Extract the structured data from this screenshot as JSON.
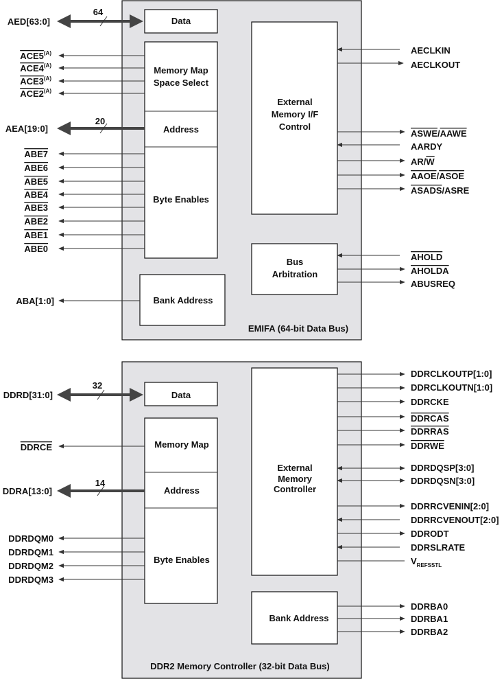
{
  "emifa": {
    "title": "EMIFA (64-bit Data Bus)",
    "data_block": "Data",
    "mem_map_line1": "Memory Map",
    "mem_map_line2": "Space Select",
    "address_block": "Address",
    "byte_enables_block": "Byte Enables",
    "bank_address_block": "Bank Address",
    "ext_if_line1": "External",
    "ext_if_line2": "Memory I/F",
    "ext_if_line3": "Control",
    "bus_arb_line1": "Bus",
    "bus_arb_line2": "Arbitration",
    "data_bus_label": "AED[63:0]",
    "data_bus_width": "64",
    "addr_bus_label": "AEA[19:0]",
    "addr_bus_width": "20",
    "ace_signals": [
      "ACE5",
      "ACE4",
      "ACE3",
      "ACE2"
    ],
    "ace_note": "(A)",
    "abe_signals": [
      "ABE7",
      "ABE6",
      "ABE5",
      "ABE4",
      "ABE3",
      "ABE2",
      "ABE1",
      "ABE0"
    ],
    "ba_signal": "ABA[1:0]",
    "sig": {
      "aeclkin": "AECLKIN",
      "aeclkout": "AECLKOUT",
      "aswe_1": "ASWE",
      "aswe_sep": "/",
      "aswe_2": "AAWE",
      "aardy": "AARDY",
      "arw_1": "AR/",
      "arw_2": "W",
      "aaoe_1": "AAOE",
      "aaoe_sep": "/",
      "aaoe_2": "ASOE",
      "asads_1": "ASADS",
      "asads_2": "/ASRE",
      "ahold": "AHOLD",
      "aholda": "AHOLDA",
      "abusreq": "ABUSREQ"
    }
  },
  "ddr2": {
    "title": "DDR2 Memory Controller (32-bit Data Bus)",
    "data_block": "Data",
    "mem_map": "Memory Map",
    "address_block": "Address",
    "byte_enables_block": "Byte Enables",
    "bank_address_block": "Bank Address",
    "ctrl_line1": "External",
    "ctrl_line2": "Memory",
    "ctrl_line3": "Controller",
    "data_bus_label": "DDRD[31:0]",
    "data_bus_width": "32",
    "addr_bus_label": "DDRA[13:0]",
    "addr_bus_width": "14",
    "ce_signal": "DDRCE",
    "dqm_signals": [
      "DDRDQM0",
      "DDRDQM1",
      "DDRDQM2",
      "DDRDQM3"
    ],
    "sig": {
      "clkoutp": "DDRCLKOUTP[1:0]",
      "clkoutn": "DDRCLKOUTN[1:0]",
      "cke": "DDRCKE",
      "cas": "DDRCAS",
      "ras": "DDRRAS",
      "we": "DDRWE",
      "dqsp": "DDRDQSP[3:0]",
      "dqsn": "DDRDQSN[3:0]",
      "rcvenin": "DDRRCVENIN[2:0]",
      "rcvenout": "DDRRCVENOUT[2:0]",
      "odt": "DDRODT",
      "slrate": "DDRSLRATE",
      "vref_main": "V",
      "vref_sub": "REFSSTL"
    },
    "ba_signals": [
      "DDRBA0",
      "DDRBA1",
      "DDRBA2"
    ]
  }
}
